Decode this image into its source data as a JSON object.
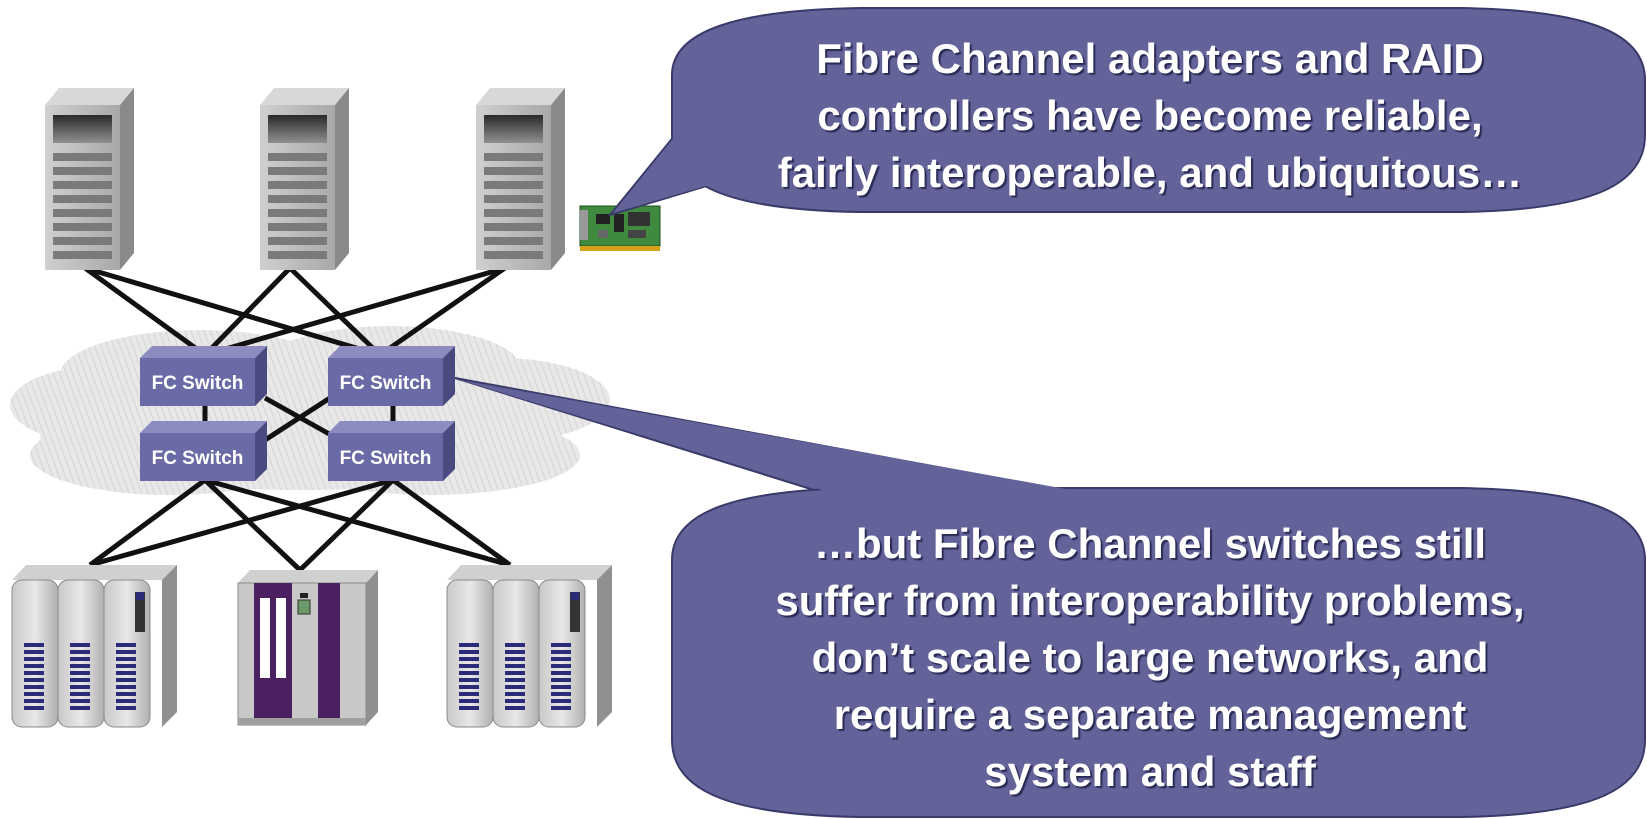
{
  "callouts": {
    "top": "Fibre Channel adapters and RAID\ncontrollers have become reliable,\nfairly interoperable, and ubiquitous…",
    "bottom": "…but Fibre Channel switches still\nsuffer from interoperability problems,\ndon’t scale to large networks, and\nrequire a separate management\nsystem and staff"
  },
  "switches": [
    "FC Switch",
    "FC Switch",
    "FC Switch",
    "FC Switch"
  ],
  "colors": {
    "bubble": "#63639a",
    "switch": "#6a6aa6",
    "server": "#b8b8b8",
    "cloud": "#e6e6e6",
    "storage_accent": "#2b2b7a",
    "tape_accent": "#4a2060"
  }
}
